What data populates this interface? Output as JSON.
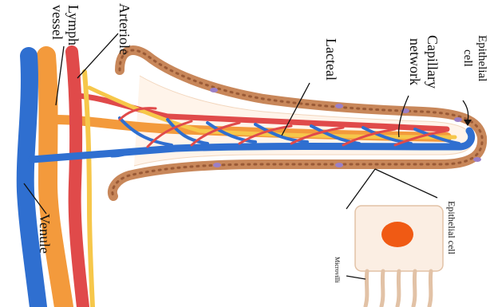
{
  "labels": {
    "lymph_vessel_line1": "Lymph",
    "lymph_vessel_line2": "vessel",
    "arteriole": "Arteriole",
    "venule": "Venule",
    "lacteal": "Lacteal",
    "capillary_line1": "Capillary",
    "capillary_line2": "network",
    "epithelial_top_line1": "Epithelial",
    "epithelial_top_line2": "cell",
    "epithelial_bottom": "Epithelial cell",
    "microvilli": "Microvilli"
  },
  "colors": {
    "epithelium": "#c8875a",
    "epithelium_dots": "#9a5a36",
    "goblet_cell": "#9b7fc7",
    "artery": "#e04a4a",
    "vein": "#2f6fd0",
    "lymph": "#f39a3c",
    "lacteal": "#f6c74a",
    "cell_body": "#fbeee3",
    "nucleus": "#f05a14"
  }
}
